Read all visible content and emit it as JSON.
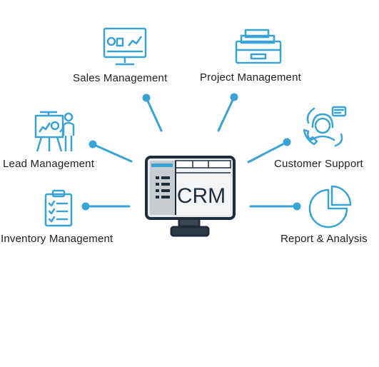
{
  "center": {
    "text": "CRM"
  },
  "modules": [
    {
      "label": "Sales Management",
      "icon": "monitor-chart-icon"
    },
    {
      "label": "Project Management",
      "icon": "file-drawer-icon"
    },
    {
      "label": "Lead Management",
      "icon": "presentation-board-icon"
    },
    {
      "label": "Customer Support",
      "icon": "headset-support-icon"
    },
    {
      "label": "Inventory Management",
      "icon": "clipboard-checklist-icon"
    },
    {
      "label": "Report & Analysis",
      "icon": "pie-chart-icon"
    }
  ],
  "colors": {
    "accent": "#3aa3d6",
    "dark": "#1f2d3a",
    "text": "#1e1e1e"
  }
}
